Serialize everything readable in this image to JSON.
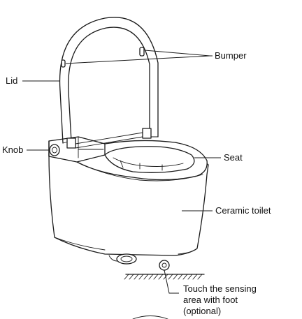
{
  "labels": {
    "bumper": "Bumper",
    "lid": "Lid",
    "knob": "Knob",
    "seat": "Seat",
    "ceramic_toilet": "Ceramic toilet",
    "touch_line1": "Touch the sensing",
    "touch_line2": "area with foot",
    "touch_line3": "(optional)"
  }
}
